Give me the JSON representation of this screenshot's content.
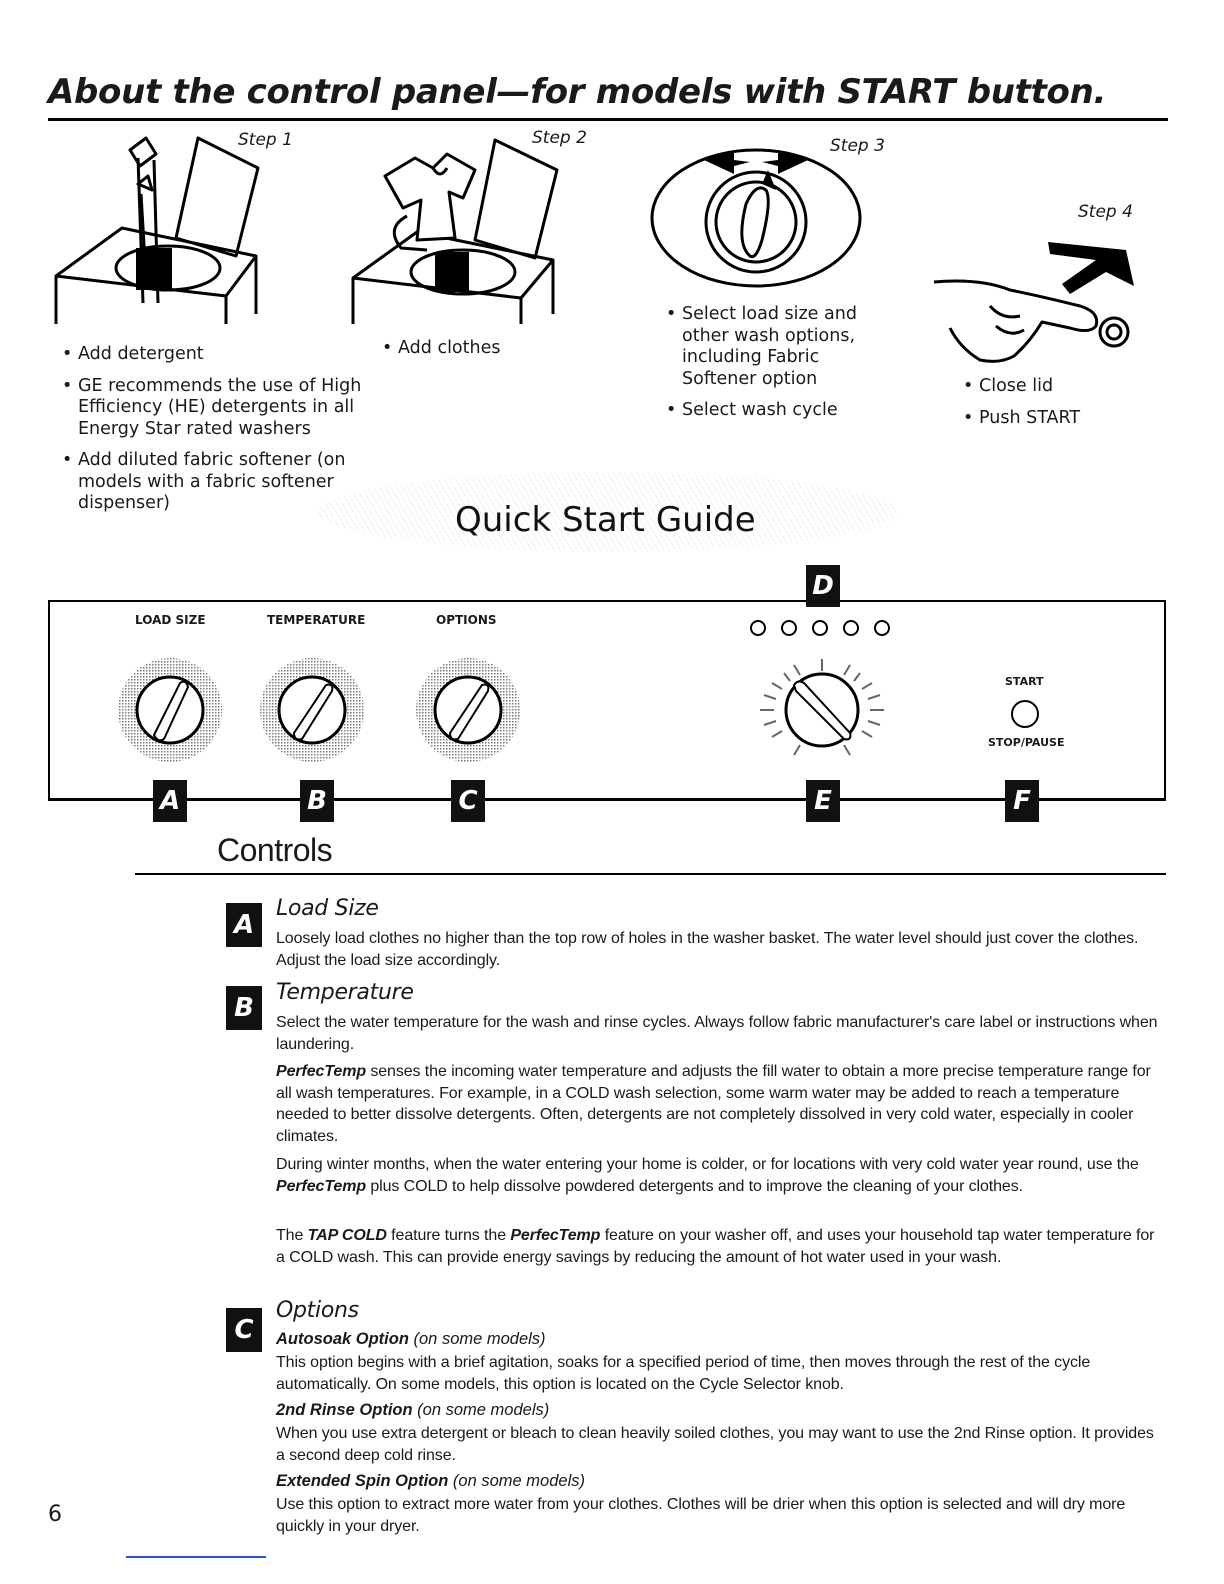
{
  "title": "About the control panel—for models with START button.",
  "steps": [
    {
      "label": "Step 1",
      "bullets": [
        "Add detergent",
        "GE recommends the use of High Efficiency (HE) detergents in all Energy Star rated washers",
        "Add diluted fabric softener (on models with a fabric softener dispenser)"
      ]
    },
    {
      "label": "Step 2",
      "bullets": [
        "Add clothes"
      ]
    },
    {
      "label": "Step 3",
      "bullets": [
        "Select load size and other wash options, including Fabric Softener option",
        "Select wash cycle"
      ]
    },
    {
      "label": "Step 4",
      "bullets": [
        "Close lid",
        "Push START"
      ]
    }
  ],
  "quick_start": "Quick Start Guide",
  "panel": {
    "labels": {
      "load_size": "LOAD SIZE",
      "temperature": "TEMPERATURE",
      "options": "OPTIONS",
      "start": "START",
      "stop_pause": "STOP/PAUSE"
    },
    "tags": {
      "A": "A",
      "B": "B",
      "C": "C",
      "D": "D",
      "E": "E",
      "F": "F"
    },
    "indicator_count": 5
  },
  "controls_heading": "Controls",
  "sections": {
    "A": {
      "title": "Load Size",
      "body": "Loosely load clothes no higher than the top row of holes in the washer basket. The water level should just cover the clothes. Adjust the load size accordingly."
    },
    "B": {
      "title": "Temperature",
      "body": "Select the water temperature for the wash and rinse cycles. Always follow fabric manufacturer's care label or instructions when laundering.",
      "p2_term": "PerfecTemp",
      "p2_rest": " senses the incoming water temperature and adjusts the fill water to obtain a more precise temperature range for all wash temperatures. For example, in a COLD wash selection, some warm water may be added to reach a temperature needed to better dissolve detergents. Often, detergents are not completely dissolved in very cold water, especially in cooler climates.",
      "p3_a": "During winter months, when the water entering your home is colder, or for locations with very cold water year round, use the ",
      "p3_term": "PerfecTemp",
      "p3_b": " plus COLD to help dissolve powdered detergents and to improve the cleaning of your clothes.",
      "p4_a": "The ",
      "p4_term1": "TAP COLD",
      "p4_b": " feature turns the ",
      "p4_term2": "PerfecTemp",
      "p4_c": " feature on your washer off, and uses your household tap water temperature for a COLD wash. This can provide energy savings by reducing the amount of hot water used in your wash."
    },
    "C": {
      "title": "Options",
      "autosoak_title": "Autosoak Option",
      "autosoak_note": " (on some models)",
      "autosoak_body": "This option begins with a brief agitation, soaks for a specified period of time, then moves through the rest of the cycle automatically. On some models, this option is located on the Cycle Selector knob.",
      "rinse_title": "2nd Rinse Option",
      "rinse_note": " (on some models)",
      "rinse_body": "When you use extra detergent or bleach to clean heavily soiled clothes, you may want to use the 2nd Rinse option. It provides a second deep cold rinse.",
      "spin_title": "Extended Spin Option",
      "spin_note": " (on some models)",
      "spin_body": "Use this option to extract more water from your clothes. Clothes will be drier when this option is selected and will dry more quickly in your dryer."
    }
  },
  "page_number": "6"
}
